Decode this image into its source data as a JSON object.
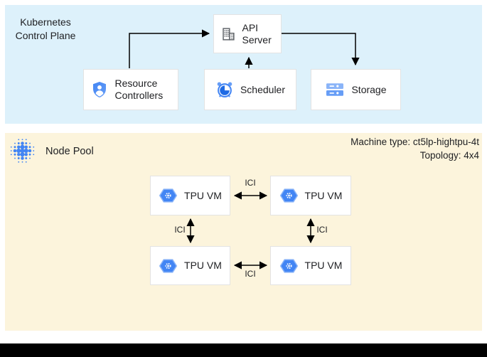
{
  "control_plane": {
    "title_line1": "Kubernetes",
    "title_line2": "Control Plane",
    "boxes": {
      "api_server": "API Server",
      "resource_controllers": "Resource Controllers",
      "scheduler": "Scheduler",
      "storage": "Storage"
    },
    "icons": {
      "api_server": "building-icon",
      "resource_controllers": "shield-user-icon",
      "scheduler": "alarm-clock-icon",
      "storage": "server-stack-icon"
    }
  },
  "node_pool": {
    "title": "Node Pool",
    "icon": "dot-cluster-icon",
    "machine_type": "Machine type: ct5lp-hightpu-4t",
    "topology": "Topology: 4x4",
    "tpu_icon": "tpu-hexagon-icon",
    "tpu_vms": [
      "TPU VM",
      "TPU VM",
      "TPU VM",
      "TPU VM"
    ],
    "ici_labels": [
      "ICI",
      "ICI",
      "ICI",
      "ICI"
    ]
  },
  "colors": {
    "control_plane_bg": "#ddf1fb",
    "node_pool_bg": "#fcf4dc",
    "google_blue": "#4285f4",
    "mid_blue": "#669df6",
    "light_blue": "#8ab4f8",
    "dark_blue": "#1e6ae4",
    "icon_grey": "#5f6368",
    "box_border": "#e3e3e3",
    "text": "#202124",
    "arrow": "#000000",
    "bottom_bar": "#000000"
  }
}
